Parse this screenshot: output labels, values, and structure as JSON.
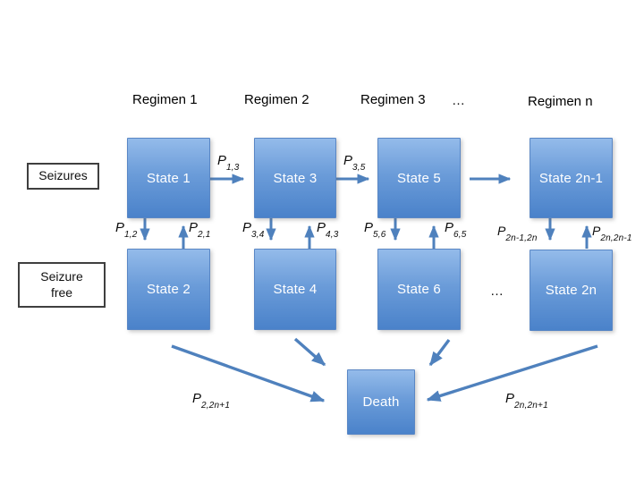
{
  "colors": {
    "box_gradient_top": "#94bbea",
    "box_gradient_bottom": "#4a82ca",
    "box_border": "#5a87c5",
    "arrow": "#4f81bd",
    "label_box_border": "#3f3f3f",
    "text_on_box": "#ffffff",
    "text_dark": "#0d0d0d",
    "background": "#ffffff"
  },
  "headers": {
    "regimen1": "Regimen 1",
    "regimen2": "Regimen 2",
    "regimen3": "Regimen 3",
    "ellipsis": "…",
    "regimenN": "Regimen n"
  },
  "row_labels": {
    "seizures": "Seizures",
    "seizure_free": "Seizure free"
  },
  "states": {
    "s1": "State 1",
    "s2": "State 2",
    "s3": "State 3",
    "s4": "State 4",
    "s5": "State 5",
    "s6": "State 6",
    "s2n1": "State 2n-1",
    "s2n": "State 2n",
    "death": "Death"
  },
  "row_ellipsis": "…",
  "probabilities": {
    "p13": {
      "base": "P",
      "sub": "1,3"
    },
    "p35": {
      "base": "P",
      "sub": "3,5"
    },
    "p12": {
      "base": "P",
      "sub": "1,2"
    },
    "p21": {
      "base": "P",
      "sub": "2,1"
    },
    "p34": {
      "base": "P",
      "sub": "3,4"
    },
    "p43": {
      "base": "P",
      "sub": "4,3"
    },
    "p56": {
      "base": "P",
      "sub": "5,6"
    },
    "p65": {
      "base": "P",
      "sub": "6,5"
    },
    "p2n1_2n": {
      "base": "P",
      "sub": "2n-1,2n"
    },
    "p2n_2n1": {
      "base": "P",
      "sub": "2n,2n-1"
    },
    "p2_2np1": {
      "base": "P",
      "sub": "2,2n+1"
    },
    "p2n_2np1": {
      "base": "P",
      "sub": "2n,2n+1"
    }
  }
}
